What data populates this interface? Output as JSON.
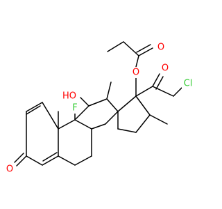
{
  "structure": {
    "atoms": {
      "oxygen_ketone_ring": {
        "text": "O",
        "color": "#ff0000"
      },
      "oxygen_hydroxyl": {
        "text": "HO",
        "color": "#ff0000"
      },
      "fluorine": {
        "text": "F",
        "color": "#33cc33"
      },
      "oxygen_ester": {
        "text": "O",
        "color": "#ff0000"
      },
      "oxygen_ester_carbonyl": {
        "text": "O",
        "color": "#ff0000"
      },
      "oxygen_side_ketone": {
        "text": "O",
        "color": "#ff0000"
      },
      "chlorine": {
        "text": "Cl",
        "color": "#33cc33"
      }
    },
    "bond_color": "#000000"
  }
}
